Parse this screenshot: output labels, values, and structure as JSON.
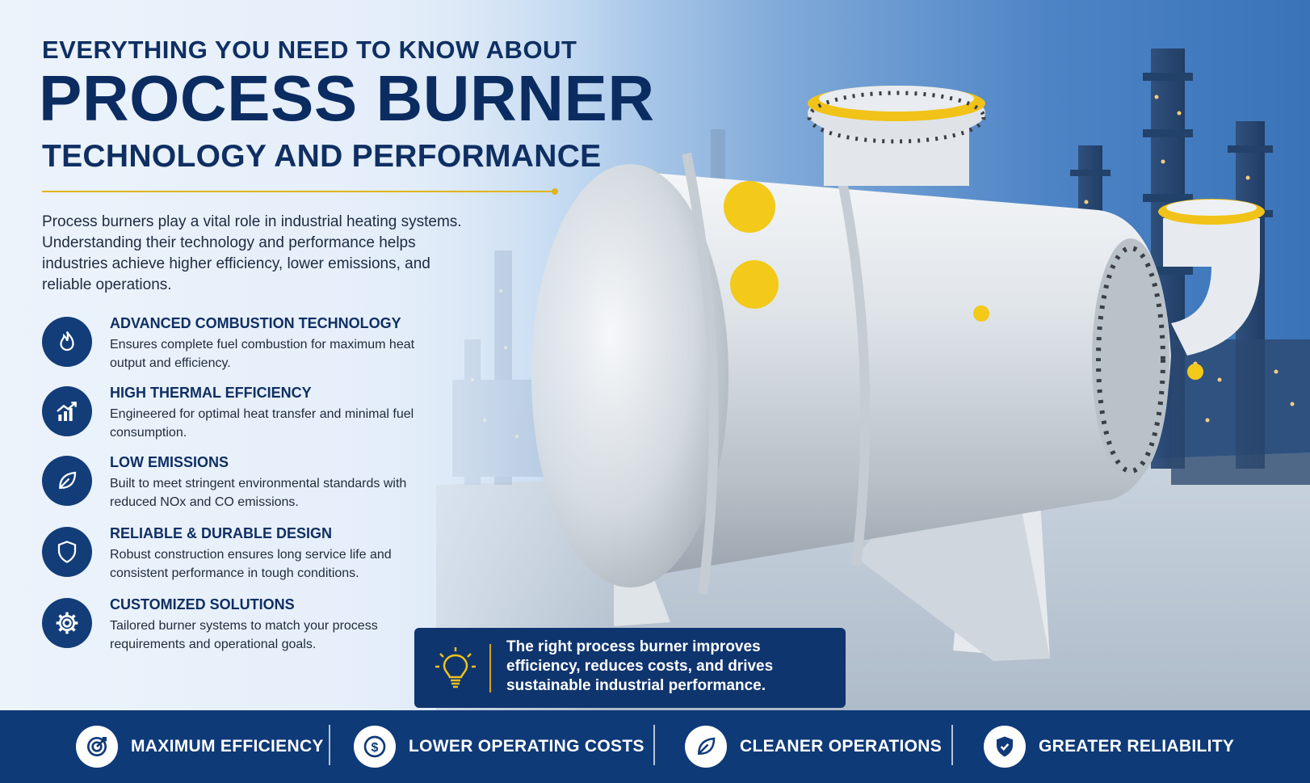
{
  "header": {
    "kicker": "EVERYTHING YOU NEED TO KNOW ABOUT",
    "headline": "PROCESS BURNER",
    "subhead": "TECHNOLOGY AND PERFORMANCE"
  },
  "intro": "Process burners play a vital role in industrial heating systems. Understanding their technology and performance helps industries achieve higher efficiency, lower emissions, and reliable operations.",
  "features": [
    {
      "icon": "flame-icon",
      "title": "ADVANCED COMBUSTION TECHNOLOGY",
      "description": "Ensures complete fuel combustion for maximum heat output and efficiency."
    },
    {
      "icon": "growth-chart-icon",
      "title": "HIGH THERMAL EFFICIENCY",
      "description": "Engineered for optimal heat transfer and minimal fuel consumption."
    },
    {
      "icon": "leaf-icon",
      "title": "LOW EMISSIONS",
      "description": "Built to meet stringent environmental standards with reduced NOx and CO emissions."
    },
    {
      "icon": "shield-icon",
      "title": "RELIABLE & DURABLE DESIGN",
      "description": "Robust construction ensures long service life and consistent performance in tough conditions."
    },
    {
      "icon": "gear-icon",
      "title": "CUSTOMIZED SOLUTIONS",
      "description": "Tailored burner systems to match your process requirements and operational goals."
    }
  ],
  "callout": {
    "icon": "lightbulb-icon",
    "text": "The right process burner improves efficiency, reduces costs, and drives sustainable industrial performance."
  },
  "benefits": [
    {
      "icon": "target-icon",
      "label": "MAXIMUM EFFICIENCY"
    },
    {
      "icon": "dollar-coin-icon",
      "label": "LOWER OPERATING COSTS"
    },
    {
      "icon": "leaf-icon",
      "label": "CLEANER OPERATIONS"
    },
    {
      "icon": "shield-check-icon",
      "label": "GREATER RELIABILITY"
    }
  ],
  "colors": {
    "navy": "#0f3a78",
    "accent_yellow": "#e0b51f",
    "text_dark": "#1d2b40"
  }
}
